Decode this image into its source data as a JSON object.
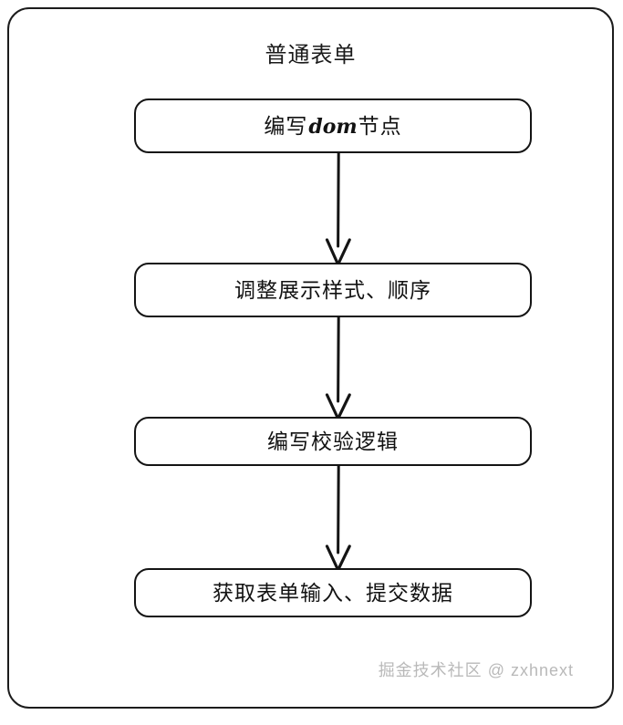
{
  "diagram": {
    "title": "普通表单",
    "type": "flowchart",
    "orientation": "vertical",
    "colors": {
      "stroke": "#141414",
      "background": "#ffffff",
      "text": "#121212",
      "watermark": "#b9b9b9"
    },
    "steps": [
      {
        "id": "step-1",
        "label_prefix": "编写",
        "label_mono": "dom",
        "label_suffix": "节点",
        "full_label": "编写dom节点"
      },
      {
        "id": "step-2",
        "label": "调整展示样式、顺序"
      },
      {
        "id": "step-3",
        "label": "编写校验逻辑"
      },
      {
        "id": "step-4",
        "label": "获取表单输入、提交数据"
      }
    ],
    "connectors": [
      {
        "id": "connector-1",
        "from": "step-1",
        "to": "step-2",
        "icon": "arrow-down-icon"
      },
      {
        "id": "connector-2",
        "from": "step-2",
        "to": "step-3",
        "icon": "arrow-down-icon"
      },
      {
        "id": "connector-3",
        "from": "step-3",
        "to": "step-4",
        "icon": "arrow-down-icon"
      }
    ],
    "watermark": "掘金技术社区 @ zxhnext"
  }
}
